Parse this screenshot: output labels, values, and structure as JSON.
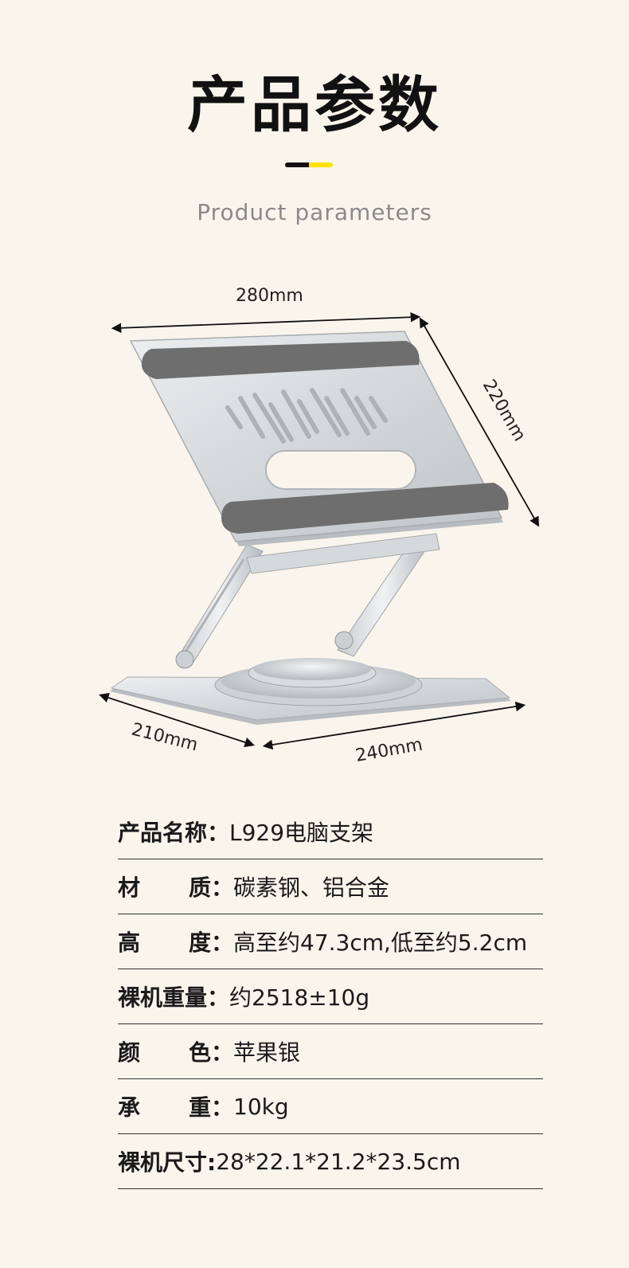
{
  "header": {
    "title": "产品参数",
    "subtitle": "Product parameters",
    "accent_colors": [
      "#111111",
      "#ffe100"
    ]
  },
  "dimensions": {
    "top_width": "280mm",
    "side_depth": "220mm",
    "base_depth": "210mm",
    "base_width": "240mm"
  },
  "specs": [
    {
      "label": "产品名称：",
      "value": "L929电脑支架"
    },
    {
      "label_a": "材",
      "label_b": "质：",
      "value": "碳素钢、铝合金"
    },
    {
      "label_a": "高",
      "label_b": "度：",
      "value": "高至约47.3cm,低至约5.2cm"
    },
    {
      "label": "裸机重量：",
      "value": "约2518±10g"
    },
    {
      "label_a": "颜",
      "label_b": "色：",
      "value": "苹果银"
    },
    {
      "label_a": "承",
      "label_b": "重：",
      "value": "10kg"
    },
    {
      "label": "裸机尺寸:",
      "value": "28*22.1*21.2*23.5cm"
    }
  ],
  "colors": {
    "background": "#faf5ec",
    "pad": "#6e6e6e",
    "metal": "#d8dadd"
  }
}
